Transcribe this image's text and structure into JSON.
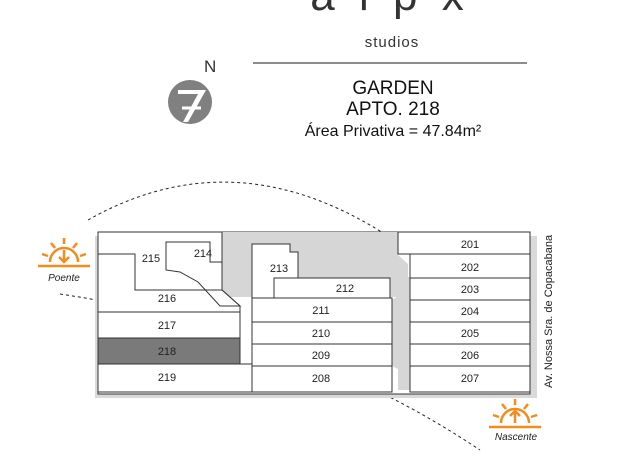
{
  "brand": {
    "wordmark": "a i p x",
    "tagline": "studios"
  },
  "compass": {
    "north_label": "N"
  },
  "heading": {
    "title": "GARDEN",
    "unit": "APTO. 218",
    "area": "Área Privativa = 47.84m²"
  },
  "street_label": "Av. Nossa Sra. de Copacabana",
  "sun": {
    "west_label": "Poente",
    "east_label": "Nascente"
  },
  "colors": {
    "highlight": "#7a7a7a",
    "common_area": "#d6d6d6",
    "sun": "#f28c1e"
  },
  "units": [
    {
      "label": "201"
    },
    {
      "label": "202"
    },
    {
      "label": "203"
    },
    {
      "label": "204"
    },
    {
      "label": "205"
    },
    {
      "label": "206"
    },
    {
      "label": "207"
    },
    {
      "label": "208"
    },
    {
      "label": "209"
    },
    {
      "label": "210"
    },
    {
      "label": "211"
    },
    {
      "label": "212"
    },
    {
      "label": "213"
    },
    {
      "label": "214"
    },
    {
      "label": "215"
    },
    {
      "label": "216"
    },
    {
      "label": "217"
    },
    {
      "label": "218"
    },
    {
      "label": "219"
    }
  ]
}
